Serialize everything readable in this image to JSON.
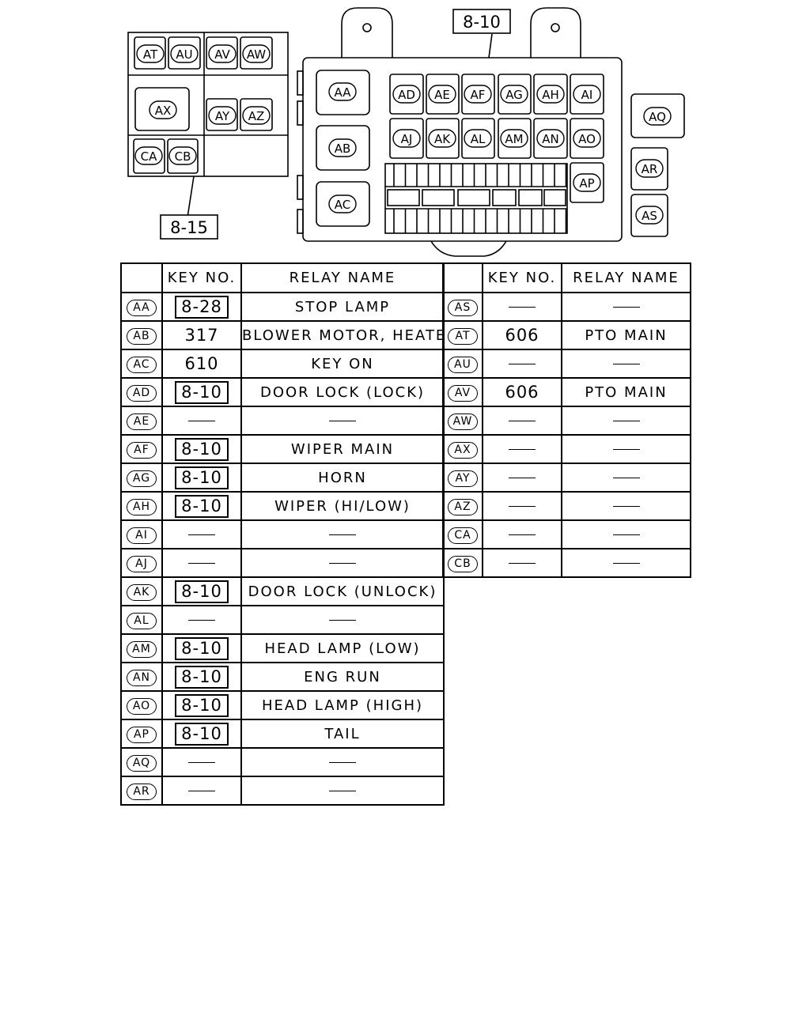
{
  "diagram": {
    "ref_top": "8-10",
    "ref_bottom": "8-15",
    "small_box_labels": [
      "AT",
      "AU",
      "AV",
      "AW",
      "AX",
      "AY",
      "AZ",
      "CA",
      "CB"
    ],
    "large_box_labels": [
      "AA",
      "AB",
      "AC",
      "AD",
      "AE",
      "AF",
      "AG",
      "AH",
      "AI",
      "AJ",
      "AK",
      "AL",
      "AM",
      "AN",
      "AO",
      "AP"
    ],
    "side_labels": [
      "AQ",
      "AR",
      "AS"
    ]
  },
  "table_headers": {
    "key_no": "KEY NO.",
    "relay_name": "RELAY NAME"
  },
  "left_rows": [
    {
      "code": "AA",
      "key": "8-28",
      "key_style": "boxed",
      "name": "STOP LAMP"
    },
    {
      "code": "AB",
      "key": "317",
      "key_style": "plain",
      "name": "BLOWER MOTOR, HEATER"
    },
    {
      "code": "AC",
      "key": "610",
      "key_style": "plain",
      "name": "KEY ON"
    },
    {
      "code": "AD",
      "key": "8-10",
      "key_style": "boxed",
      "name": "DOOR LOCK (LOCK)"
    },
    {
      "code": "AE",
      "key": "—",
      "key_style": "dash",
      "name": "—"
    },
    {
      "code": "AF",
      "key": "8-10",
      "key_style": "boxed",
      "name": "WIPER MAIN"
    },
    {
      "code": "AG",
      "key": "8-10",
      "key_style": "boxed",
      "name": "HORN"
    },
    {
      "code": "AH",
      "key": "8-10",
      "key_style": "boxed",
      "name": "WIPER (HI/LOW)"
    },
    {
      "code": "AI",
      "key": "—",
      "key_style": "dash",
      "name": "—"
    },
    {
      "code": "AJ",
      "key": "—",
      "key_style": "dash",
      "name": "—"
    },
    {
      "code": "AK",
      "key": "8-10",
      "key_style": "boxed",
      "name": "DOOR LOCK (UNLOCK)"
    },
    {
      "code": "AL",
      "key": "—",
      "key_style": "dash",
      "name": "—"
    },
    {
      "code": "AM",
      "key": "8-10",
      "key_style": "boxed",
      "name": "HEAD LAMP (LOW)"
    },
    {
      "code": "AN",
      "key": "8-10",
      "key_style": "boxed",
      "name": "ENG RUN"
    },
    {
      "code": "AO",
      "key": "8-10",
      "key_style": "boxed",
      "name": "HEAD LAMP (HIGH)"
    },
    {
      "code": "AP",
      "key": "8-10",
      "key_style": "boxed",
      "name": "TAIL"
    },
    {
      "code": "AQ",
      "key": "—",
      "key_style": "dash",
      "name": "—"
    },
    {
      "code": "AR",
      "key": "—",
      "key_style": "dash",
      "name": "—"
    }
  ],
  "right_rows": [
    {
      "code": "AS",
      "key": "—",
      "key_style": "dash",
      "name": "—"
    },
    {
      "code": "AT",
      "key": "606",
      "key_style": "plain",
      "name": "PTO MAIN"
    },
    {
      "code": "AU",
      "key": "—",
      "key_style": "dash",
      "name": "—"
    },
    {
      "code": "AV",
      "key": "606",
      "key_style": "plain",
      "name": "PTO MAIN"
    },
    {
      "code": "AW",
      "key": "—",
      "key_style": "dash",
      "name": "—"
    },
    {
      "code": "AX",
      "key": "—",
      "key_style": "dash",
      "name": "—"
    },
    {
      "code": "AY",
      "key": "—",
      "key_style": "dash",
      "name": "—"
    },
    {
      "code": "AZ",
      "key": "—",
      "key_style": "dash",
      "name": "—"
    },
    {
      "code": "CA",
      "key": "—",
      "key_style": "dash",
      "name": "—"
    },
    {
      "code": "CB",
      "key": "—",
      "key_style": "dash",
      "name": "—"
    }
  ]
}
